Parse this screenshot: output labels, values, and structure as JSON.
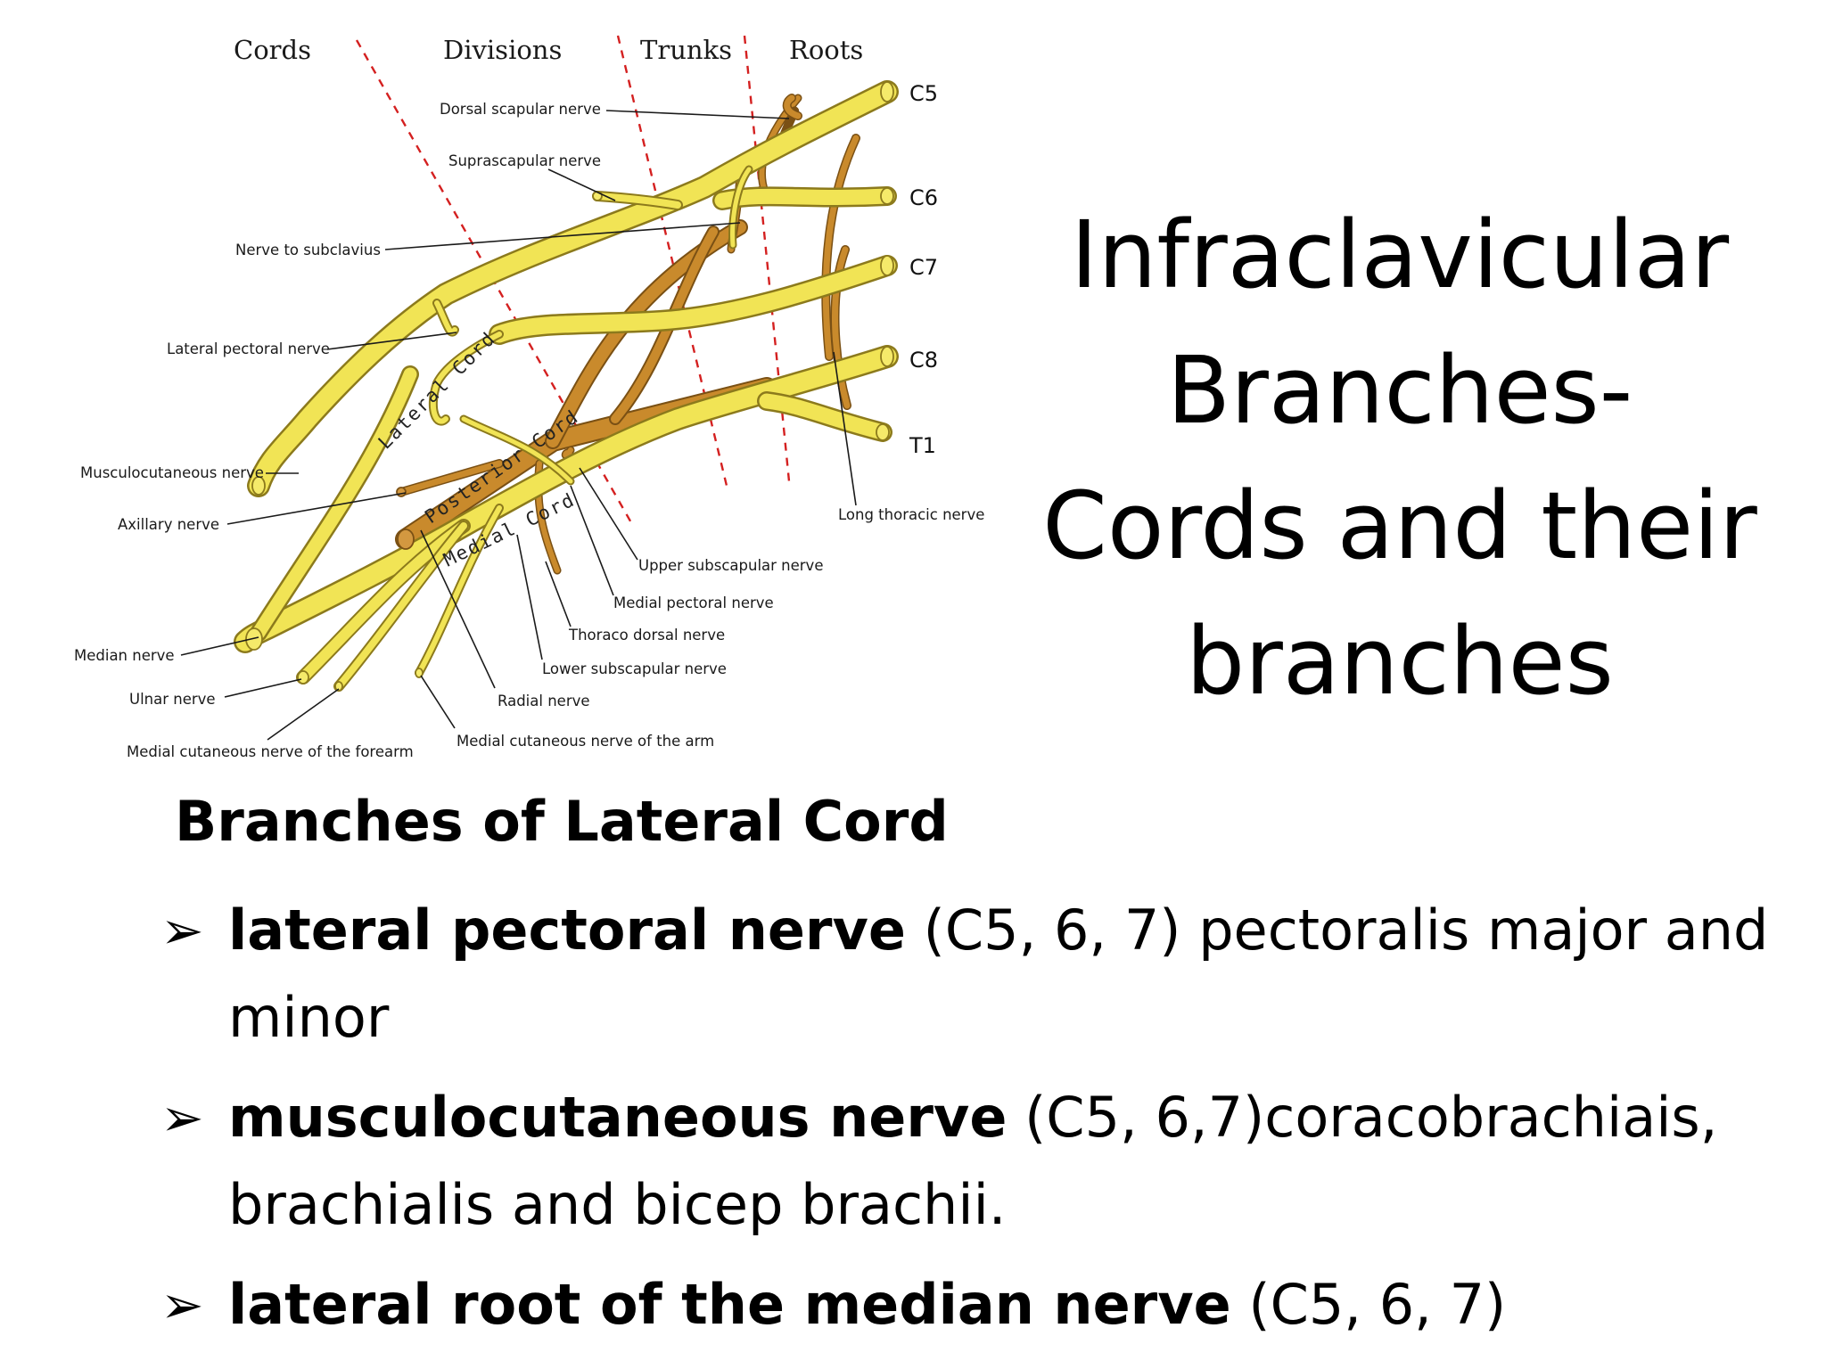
{
  "diagram": {
    "zones": [
      "Cords",
      "Divisions",
      "Trunks",
      "Roots"
    ],
    "roots": [
      "C5",
      "C6",
      "C7",
      "C8",
      "T1"
    ],
    "cord_labels": {
      "lateral": "Lateral Cord",
      "posterior": "Posterior Cord",
      "medial": "Medial Cord"
    },
    "labels": {
      "dorsal_scapular": "Dorsal scapular nerve",
      "suprascapular": "Suprascapular nerve",
      "subclavius": "Nerve to subclavius",
      "lateral_pectoral": "Lateral pectoral nerve",
      "musculocutaneous": "Musculocutaneous nerve",
      "axillary": "Axillary nerve",
      "median": "Median nerve",
      "ulnar": "Ulnar nerve",
      "medial_cutaneous_forearm": "Medial cutaneous nerve of the forearm",
      "medial_cutaneous_arm": "Medial cutaneous nerve of the arm",
      "radial": "Radial nerve",
      "lower_subscapular": "Lower subscapular nerve",
      "thoracodorsal": "Thoraco dorsal nerve",
      "medial_pectoral": "Medial pectoral nerve",
      "upper_subscapular": "Upper subscapular nerve",
      "long_thoracic": "Long thoracic nerve"
    }
  },
  "title_lines": [
    "Infraclavicular",
    "Branches-",
    "Cords and their",
    "branches"
  ],
  "section_heading": "Branches of Lateral Cord",
  "bullets": [
    {
      "bold": "lateral pectoral nerve",
      "rest": " (C5, 6, 7) pectoralis major and minor"
    },
    {
      "bold": "musculocutaneous nerve",
      "rest": " (C5, 6,7)coracobrachiais, brachialis and bicep brachii."
    },
    {
      "bold": "lateral root of the median nerve",
      "rest": " (C5, 6, 7)"
    }
  ],
  "bullet_marker": "➢"
}
